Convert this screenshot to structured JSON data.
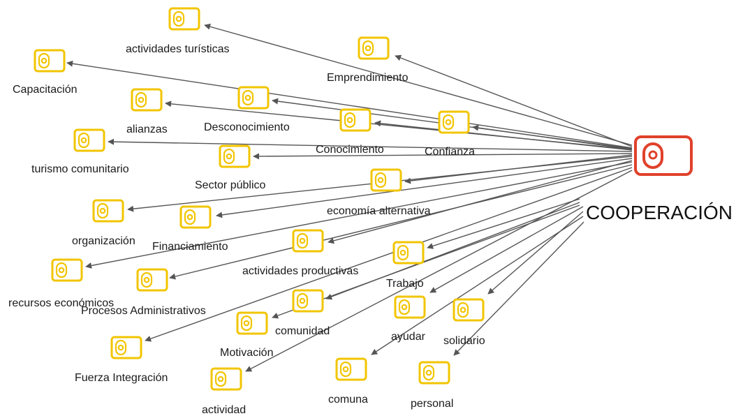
{
  "diagram": {
    "center": {
      "label": "COOPERACIÓN",
      "color": "#e0412b"
    },
    "node_color": "#f2c500",
    "edge_color": "#555555",
    "nodes": [
      {
        "id": "actividades-turisticas",
        "label": "actividades turísticas"
      },
      {
        "id": "emprendimiento",
        "label": "Emprendimiento"
      },
      {
        "id": "capacitacion",
        "label": "Capacitación"
      },
      {
        "id": "alianzas",
        "label": "alianzas"
      },
      {
        "id": "desconocimiento",
        "label": "Desconocimiento"
      },
      {
        "id": "conocimiento",
        "label": "Conocimiento"
      },
      {
        "id": "confianza",
        "label": "Confianza"
      },
      {
        "id": "turismo-comunitario",
        "label": "turismo comunitario"
      },
      {
        "id": "sector-publico",
        "label": "Sector público"
      },
      {
        "id": "economia-alternativa",
        "label": "economía alternativa"
      },
      {
        "id": "organizacion",
        "label": "organización"
      },
      {
        "id": "financiamiento",
        "label": "Financiamiento"
      },
      {
        "id": "actividades-productivas",
        "label": "actividades productivas"
      },
      {
        "id": "trabajo",
        "label": "Trabajo"
      },
      {
        "id": "recursos-economicos",
        "label": "recursos económicos"
      },
      {
        "id": "procesos-administrativos",
        "label": "Procesos Administrativos"
      },
      {
        "id": "comunidad",
        "label": "comunidad"
      },
      {
        "id": "ayudar",
        "label": "ayudar"
      },
      {
        "id": "solidario",
        "label": "solidario"
      },
      {
        "id": "motivacion",
        "label": "Motivación"
      },
      {
        "id": "fuerza-integracion",
        "label": "Fuerza Integración"
      },
      {
        "id": "comuna",
        "label": "comuna"
      },
      {
        "id": "personal",
        "label": "personal"
      },
      {
        "id": "actividad",
        "label": "actividad"
      }
    ]
  }
}
